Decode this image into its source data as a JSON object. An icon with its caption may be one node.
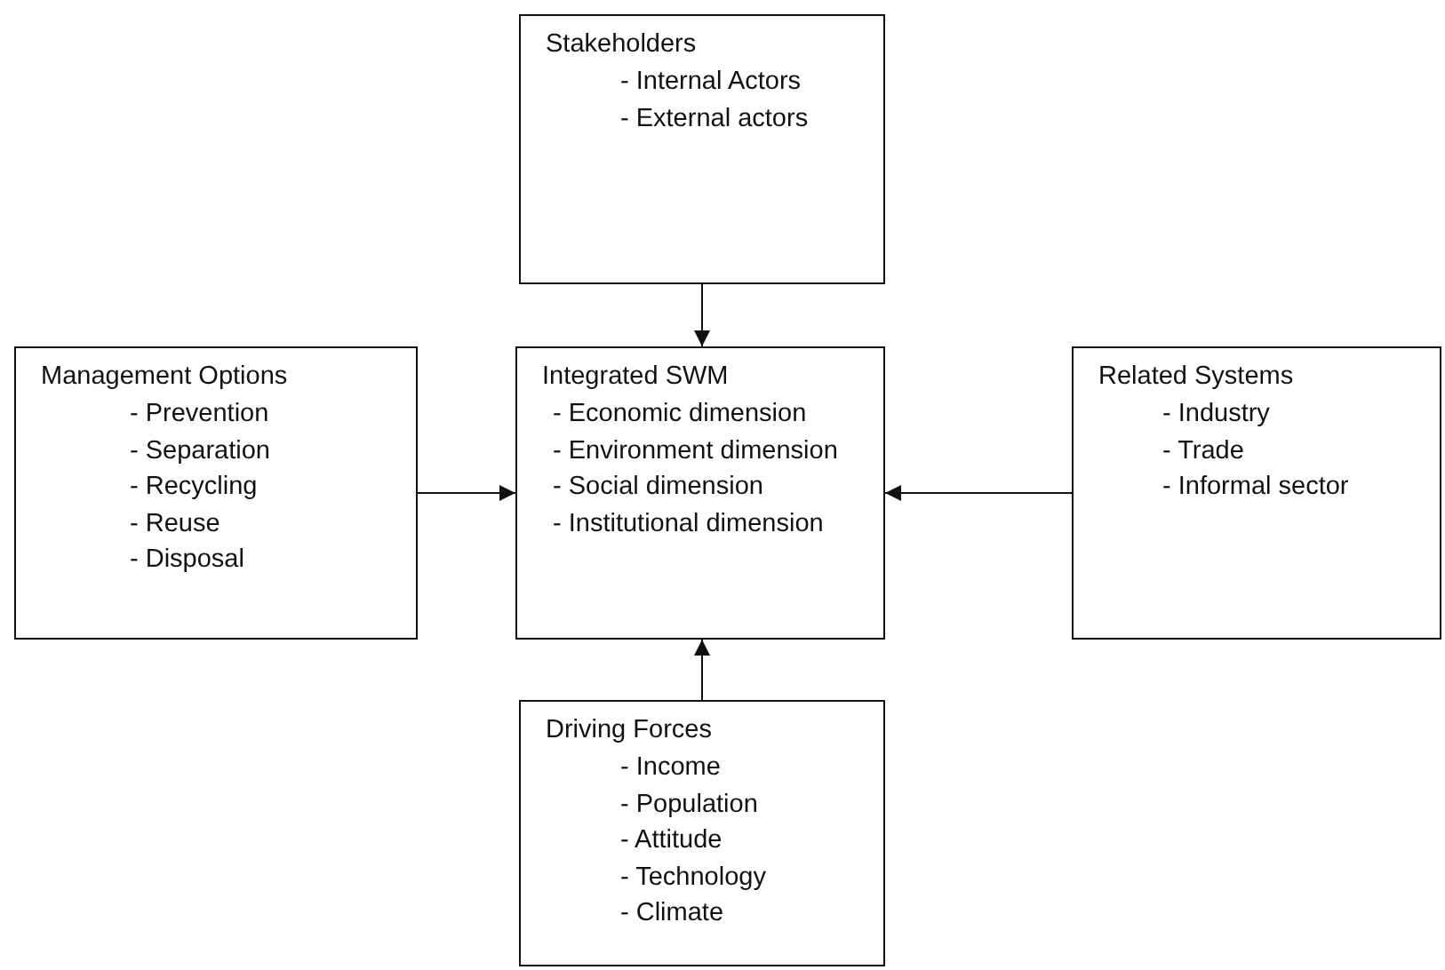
{
  "diagram": {
    "nodes": [
      {
        "text": [
          "Stakeholders",
          "- Internal Actors",
          "- External actors"
        ]
      },
      {
        "text": [
          "Management Options",
          "- Prevention",
          "- Separation",
          "- Recycling",
          "- Reuse",
          "- Disposal"
        ]
      },
      {
        "text": [
          "Integrated SWM",
          "- Economic dimension",
          "- Environment dimension",
          "- Social dimension",
          "- Institutional dimension"
        ]
      },
      {
        "text": [
          "Related Systems",
          "- Industry",
          "- Trade",
          "- Informal sector"
        ]
      },
      {
        "text": [
          "Driving Forces",
          "- Income",
          "- Population",
          "- Attitude",
          "- Technology",
          "- Climate"
        ]
      }
    ],
    "edges": [
      {
        "from": 0,
        "to": 2,
        "arrow": "to"
      },
      {
        "from": 1,
        "to": 2,
        "arrow": "to"
      },
      {
        "from": 3,
        "to": 2,
        "arrow": "to"
      },
      {
        "from": 4,
        "to": 2,
        "arrow": "to"
      }
    ]
  }
}
